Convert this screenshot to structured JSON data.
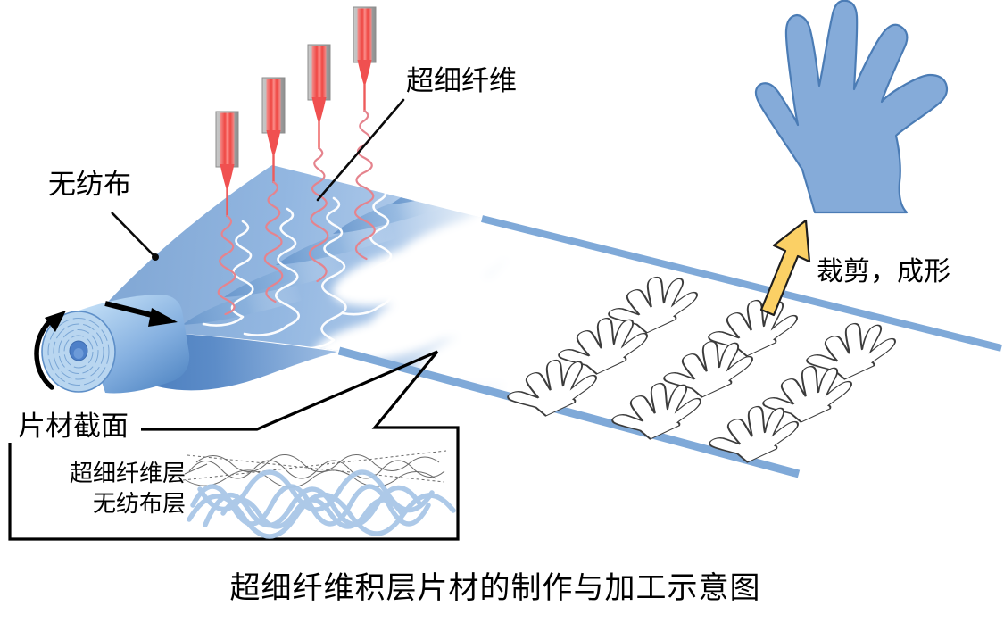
{
  "figure": {
    "caption": "超细纤维积层片材的制作与加工示意图",
    "labels": {
      "nonwoven_fabric": "无纺布",
      "microfiber": "超细纤维",
      "cutting_forming": "裁剪，成形",
      "sheet_cross_section": "片材截面",
      "microfiber_layer": "超细纤维层",
      "nonwoven_layer": "无纺布层"
    },
    "process": {
      "nozzle_count": 4,
      "glove_outline_rows": 3,
      "glove_outline_cols": 3,
      "glove_outline_count": 9
    },
    "icons": {
      "spinneret": "spinneret-nozzle-icon",
      "roll": "nonwoven-roll-icon",
      "rotation": "rotation-arrow-icon",
      "feed": "feed-direction-arrow-icon",
      "cut_form_arrow": "cut-form-arrow-icon",
      "glove": "glove-shape-icon"
    },
    "colors": {
      "sheet_blue": "#93B6DF",
      "edge_stripe_blue": "#7FA9D8",
      "glove_blue": "#85ABD9",
      "glove_stroke": "#4B7CB5",
      "nozzle_red": "#F25252",
      "fiber_red": "#E5838D",
      "fiber_white": "#FFFFFF",
      "arrow_yellow": "#FBD065",
      "section_fiber_blue": "#A9C7E7",
      "roll_face_blue": "#BAD6F0",
      "line_black": "#000000"
    }
  }
}
